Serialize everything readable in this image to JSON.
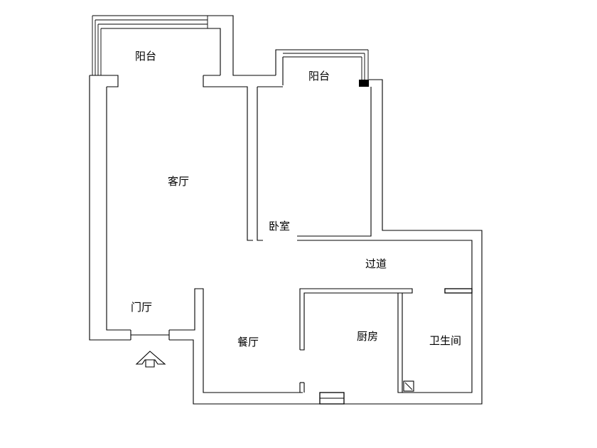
{
  "rooms": {
    "balcony_left": "阳台",
    "balcony_right": "阳台",
    "living_room": "客厅",
    "bedroom": "卧室",
    "corridor": "过道",
    "foyer": "门厅",
    "dining_room": "餐厅",
    "kitchen": "厨房",
    "bathroom": "卫生间"
  },
  "icons": {
    "entrance": "entrance-arrow-icon",
    "column": "structural-column-icon",
    "floor_drain": "floor-drain-icon"
  }
}
